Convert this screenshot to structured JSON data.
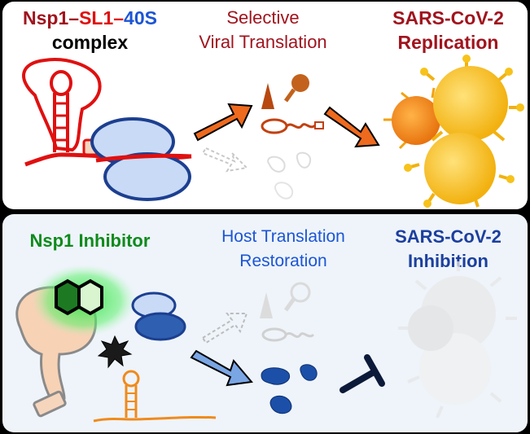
{
  "top": {
    "title": {
      "part1": "Nsp1",
      "dash1": "–",
      "part2": "SL1",
      "dash2": "–",
      "part3": "40S",
      "line2": "complex"
    },
    "middle": {
      "line1": "Selective",
      "line2": "Viral Translation"
    },
    "right": {
      "line1": "SARS-CoV-2",
      "line2": "Replication"
    }
  },
  "bottom": {
    "left": {
      "line1": "Nsp1 Inhibitor"
    },
    "middle": {
      "line1": "Host Translation",
      "line2": "Restoration"
    },
    "right": {
      "line1": "SARS-CoV-2",
      "line2": "Inhibition"
    }
  },
  "colors": {
    "dark_red": "#a0141e",
    "red": "#e01010",
    "blue": "#1c55d4",
    "green": "#0f8a1c",
    "black": "#000000",
    "orange_arrow": "#ee6a1e",
    "blue_arrow": "#5b8fd6",
    "virus_yellow": "#f7c21a",
    "ribosome_blue": "#2f5fb0"
  },
  "icons": [
    "nsp1-protein-icon",
    "sl1-rna-icon",
    "ribosome-40s-icon",
    "orange-arrow-icon",
    "viral-proteins-icon",
    "virus-particles-icon",
    "inhibitor-molecule-icon",
    "blocked-interaction-icon",
    "blue-arrow-icon",
    "host-proteins-icon",
    "inhibition-tbar-icon",
    "faded-virus-icon"
  ]
}
